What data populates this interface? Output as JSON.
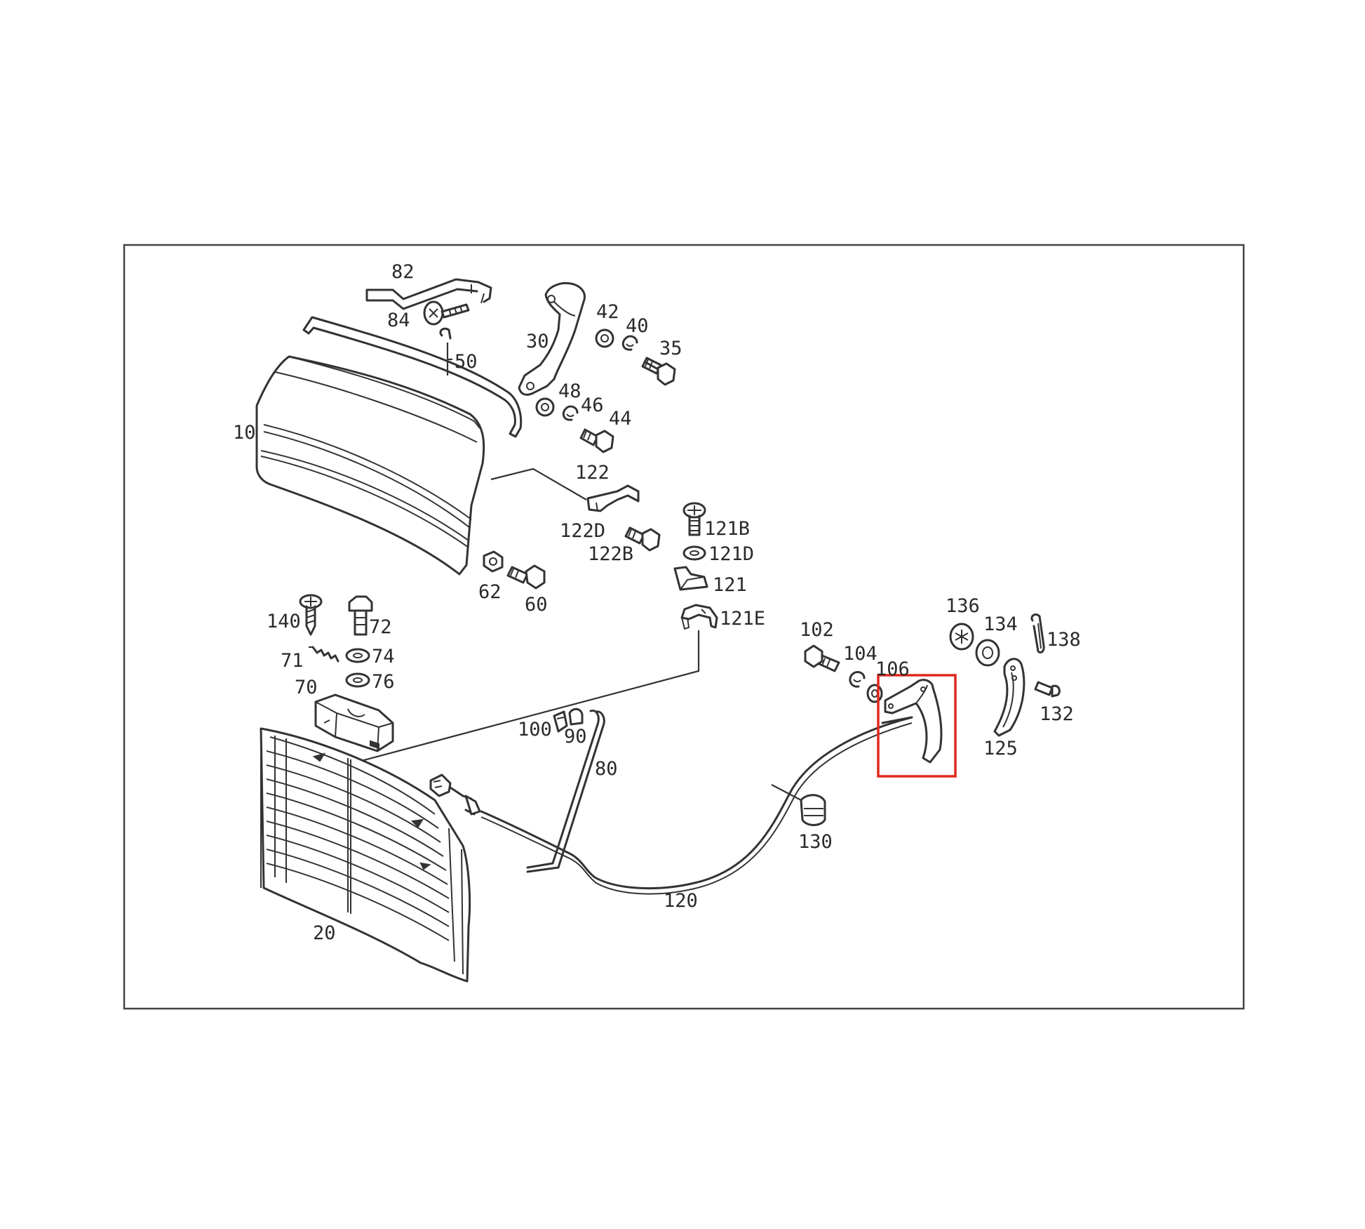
{
  "diagram": {
    "colors": {
      "frame": "#444444",
      "lines": "#333333",
      "highlight": "#e0281e",
      "background": "#ffffff"
    },
    "highlight_label": "106",
    "labels": {
      "l82": "82",
      "l84": "84",
      "l50": "50",
      "l30": "30",
      "l42": "42",
      "l40": "40",
      "l35": "35",
      "l48": "48",
      "l46": "46",
      "l44": "44",
      "l10": "10",
      "l122": "122",
      "l122D": "122D",
      "l122B": "122B",
      "l121B": "121B",
      "l121D": "121D",
      "l121": "121",
      "l121E": "121E",
      "l62": "62",
      "l60": "60",
      "l140": "140",
      "l72": "72",
      "l71": "71",
      "l74": "74",
      "l76": "76",
      "l70": "70",
      "l100": "100",
      "l90": "90",
      "l80": "80",
      "l102": "102",
      "l104": "104",
      "l106": "106",
      "l136": "136",
      "l134": "134",
      "l138": "138",
      "l132": "132",
      "l125": "125",
      "l130": "130",
      "l120": "120",
      "l20": "20"
    }
  }
}
